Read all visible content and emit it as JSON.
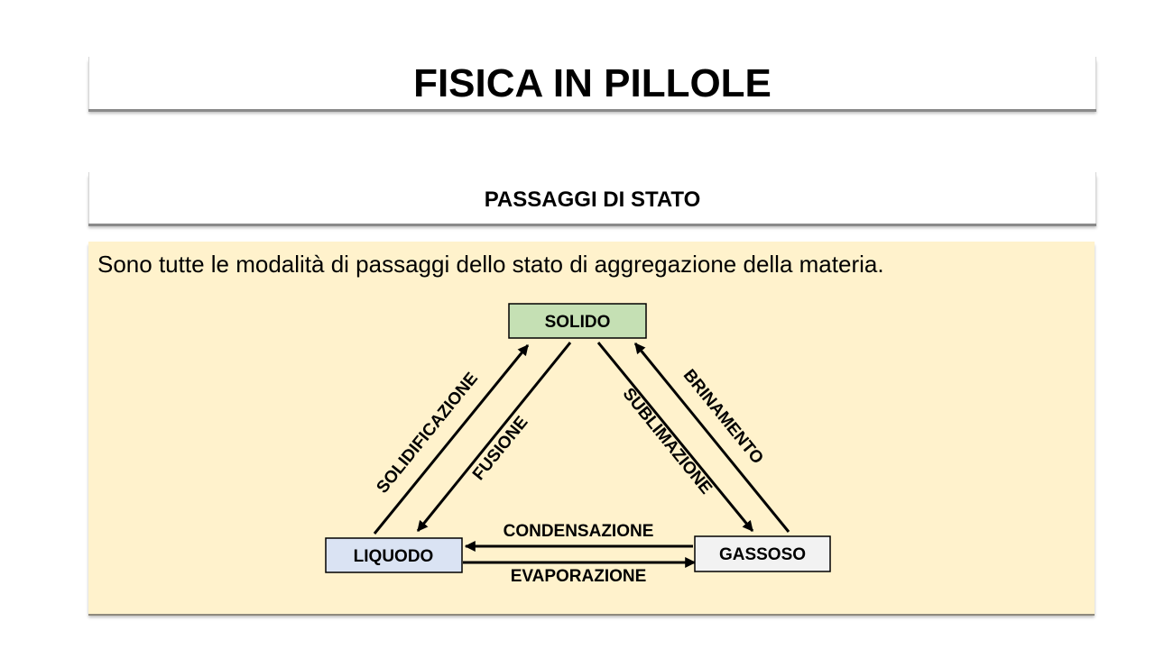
{
  "title": "FISICA IN PILLOLE",
  "subtitle": "PASSAGGI DI STATO",
  "intro": "Sono tutte le modalità di passaggi dello stato di aggregazione della materia.",
  "colors": {
    "content_bg": "#fff2cc",
    "solid_fill": "#c5e0b4",
    "liquid_fill": "#dae3f3",
    "gas_fill": "#f2f2f2"
  },
  "states": {
    "solid": "SOLIDO",
    "liquid": "LIQUODO",
    "gas": "GASSOSO"
  },
  "transitions": {
    "solidification": "SOLIDIFICAZIONE",
    "fusion": "FUSIONE",
    "sublimation": "SUBLIMAZIONE",
    "deposition": "BRINAMENTO",
    "condensation": "CONDENSAZIONE",
    "evaporation": "EVAPORAZIONE"
  }
}
